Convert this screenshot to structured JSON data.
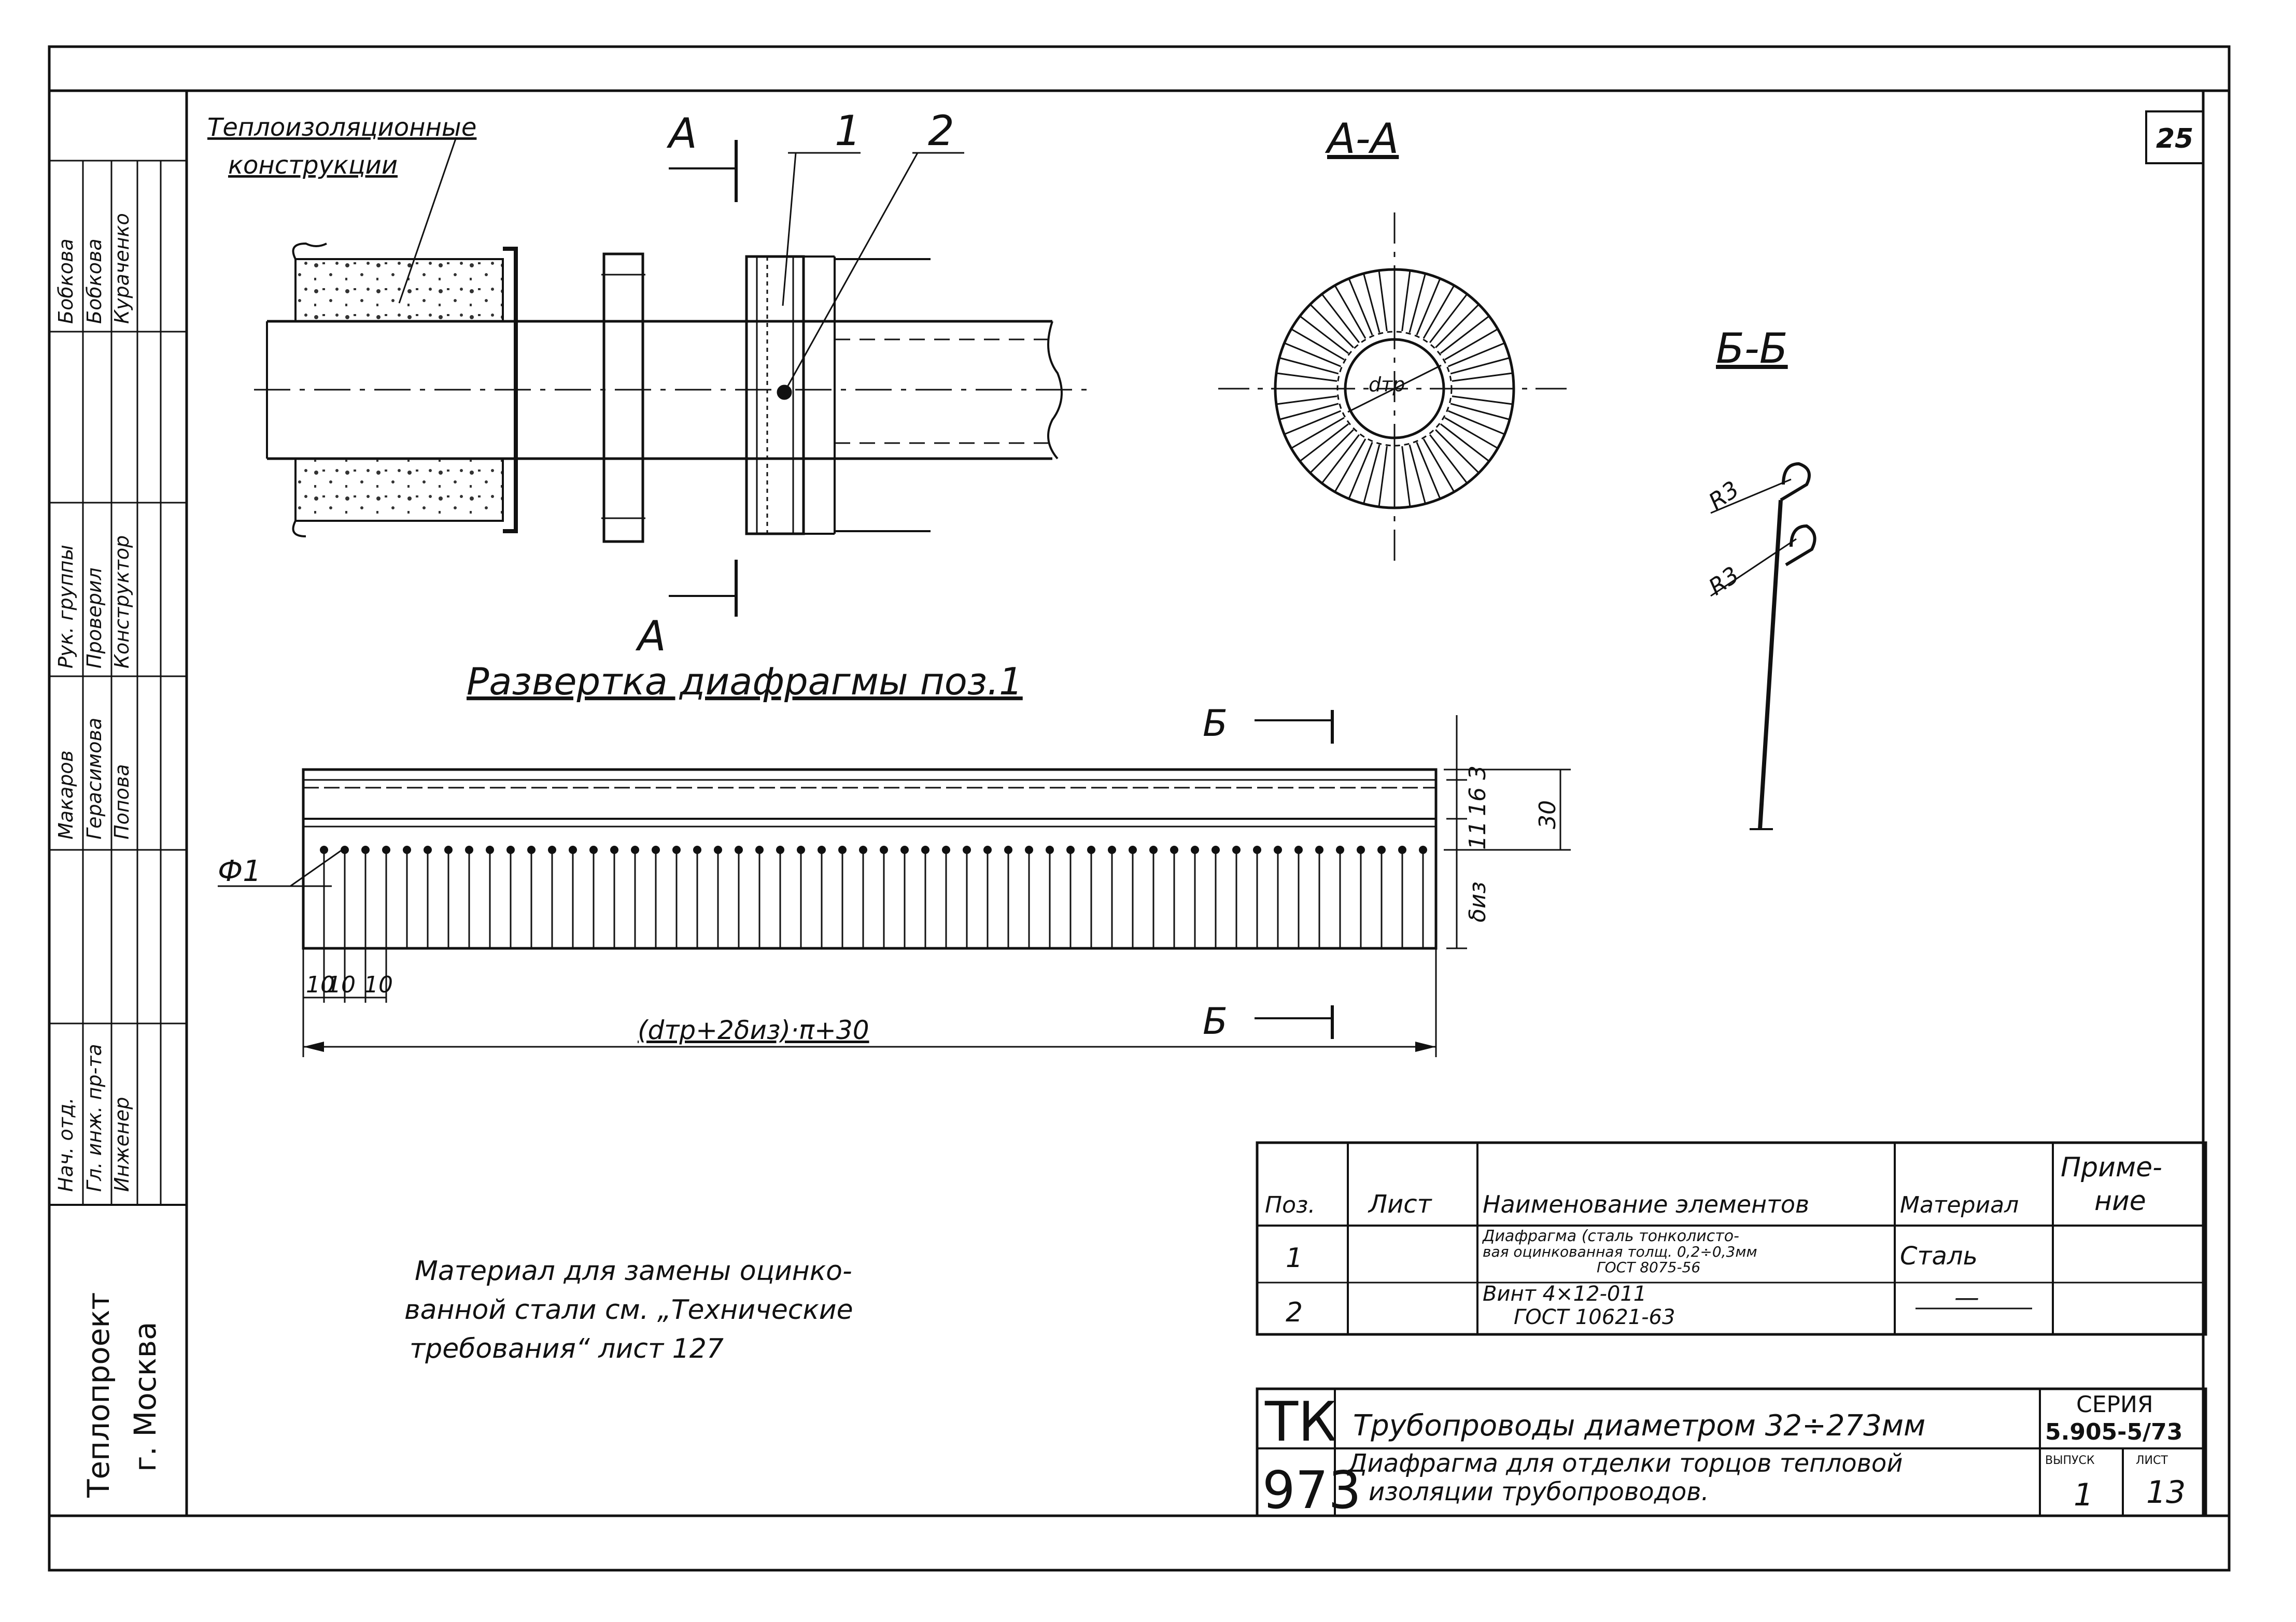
{
  "sheet_number": "25",
  "callouts": {
    "insulation": [
      "Теплоизоляционные",
      "конструкции"
    ],
    "pos1": "1",
    "pos2": "2",
    "phi1": "Ф1"
  },
  "sections": {
    "a_label": "А",
    "aa_title": "А-А",
    "bb_title": "Б-Б",
    "b_label": "Б",
    "dtr": "dтр",
    "r3": "R3"
  },
  "development": {
    "title": "Развертка диафрагмы поз.1",
    "dim_3": "3",
    "dim_16": "16",
    "dim_11": "11",
    "dim_30": "30",
    "dim_biz": "δиз",
    "pitch": [
      "10",
      "10",
      "10"
    ],
    "length": "(dтр+2δиз)·π+30"
  },
  "note": [
    "Материал для замены оцинко-",
    "ванной стали см. „Технические",
    "требования“ лист 127"
  ],
  "spec_table": {
    "headers": [
      "Поз.",
      "Лист",
      "Наименование элементов",
      "Материал",
      "Приме-",
      "ние"
    ],
    "rows": [
      {
        "pos": "1",
        "sheet": "",
        "name": [
          "Диафрагма (сталь тонколисто-",
          "вая оцинкованная толщ. 0,2÷0,3мм",
          "ГОСТ 8075-56"
        ],
        "material": "Сталь",
        "note": ""
      },
      {
        "pos": "2",
        "sheet": "",
        "name": [
          "Винт 4×12-011",
          "ГОСТ 10621-63"
        ],
        "material": "—",
        "note": ""
      }
    ]
  },
  "title_block": {
    "tk": "ТК",
    "code": "973",
    "line1": "Трубопроводы диаметром 32÷273мм",
    "line2a": "Диафрагма для отделки торцов тепловой",
    "line2b": "изоляции трубопроводов.",
    "series_label": "СЕРИЯ",
    "series_value": "5.905-5/73",
    "issue_label": "ВЫПУСК",
    "issue_value": "1",
    "sheet_label": "ЛИСТ",
    "sheet_value": "13"
  },
  "org": {
    "line1": "Теплопроект",
    "line2": "г. Москва"
  },
  "side_stamp": {
    "col1": [
      "Нач. отд.",
      "Гл. инж. пр-та",
      "Инженер"
    ],
    "col2": [
      "Макаров",
      "Герасимова",
      "Попова"
    ],
    "col3": [
      "Рук. группы",
      "Проверил",
      "Конструктор"
    ],
    "col4": [
      "Бобкова",
      "Бобкова",
      "Кураченко"
    ]
  }
}
